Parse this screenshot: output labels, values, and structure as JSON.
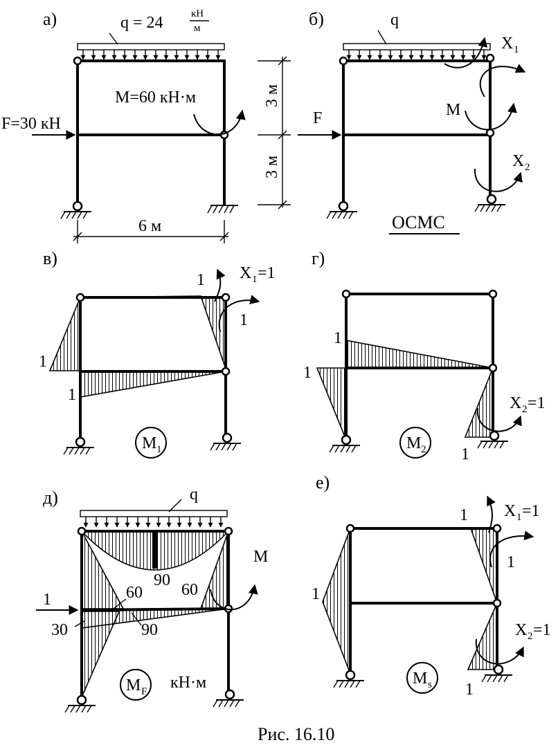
{
  "caption": "Рис. 16.10",
  "panels": {
    "a": {
      "label": "а)",
      "load_q": "q = 24",
      "q_unit_num": "кН",
      "q_unit_den": "м",
      "force": "F=30 кН",
      "moment": "M=60 кН·м",
      "dim_top": "3 м",
      "dim_bottom": "3 м",
      "dim_span": "6 м"
    },
    "b": {
      "label": "б)",
      "load": "q",
      "force": "F",
      "moment": "M",
      "x1": "X",
      "x1_sub": "1",
      "x2": "X",
      "x2_sub": "2",
      "system": "ОСМС"
    },
    "v": {
      "label": "в)",
      "x1": "X",
      "x1_sub": "1",
      "x1_eq": "=1",
      "val_top": "1",
      "val_right": "1",
      "val_left": "1",
      "val_mid": "1",
      "diagram_main": "M",
      "diagram_sub": "1"
    },
    "g": {
      "label": "г)",
      "x2": "X",
      "x2_sub": "2",
      "x2_eq": "=1",
      "val_beam": "1",
      "val_left": "1",
      "val_bottom": "1",
      "diagram_main": "M",
      "diagram_sub": "2"
    },
    "d": {
      "label": "д)",
      "load": "q",
      "moment": "M",
      "force": "1",
      "val_90_top": "90",
      "val_60_left": "60",
      "val_60_right": "60",
      "val_30": "30",
      "val_90_mid": "90",
      "units": "кН·м",
      "diagram_main": "M",
      "diagram_sub": "F"
    },
    "e": {
      "label": "е)",
      "x1": "X",
      "x1_sub": "1",
      "x1_eq": "=1",
      "x2": "X",
      "x2_sub": "2",
      "x2_eq": "=1",
      "val_top": "1",
      "val_right": "1",
      "val_left": "1",
      "val_bottom": "1",
      "diagram_main": "M",
      "diagram_sub": "s"
    }
  }
}
